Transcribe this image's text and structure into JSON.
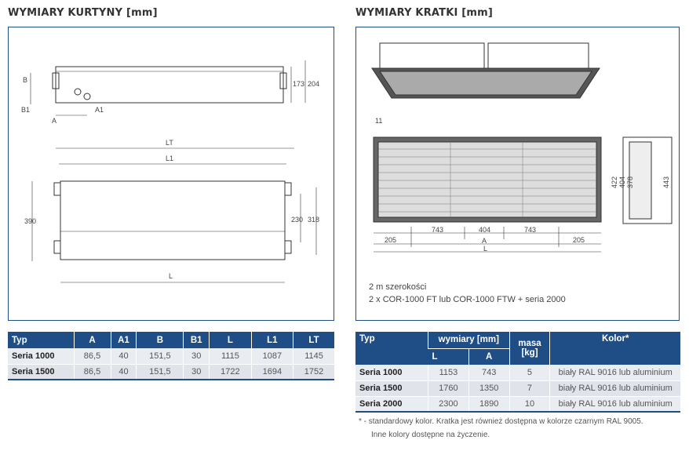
{
  "left": {
    "title": "WYMIARY KURTYNY [mm]",
    "labels": {
      "B": "B",
      "B1": "B1",
      "A": "A",
      "A1": "A1",
      "d173": "173",
      "d204": "204",
      "LT": "LT",
      "L1": "L1",
      "d390": "390",
      "d230": "230",
      "d318": "318",
      "L": "L"
    },
    "table": {
      "headers": [
        "Typ",
        "A",
        "A1",
        "B",
        "B1",
        "L",
        "L1",
        "LT"
      ],
      "rows": [
        [
          "Seria 1000",
          "86,5",
          "40",
          "151,5",
          "30",
          "1115",
          "1087",
          "1145"
        ],
        [
          "Seria 1500",
          "86,5",
          "40",
          "151,5",
          "30",
          "1722",
          "1694",
          "1752"
        ]
      ]
    }
  },
  "right": {
    "title": "WYMIARY KRATKI [mm]",
    "labels": {
      "d11": "11",
      "d422": "422",
      "d404v": "404",
      "d378": "378",
      "d443": "443",
      "d205a": "205",
      "d743a": "743",
      "d404": "404",
      "d743b": "743",
      "d205b": "205",
      "A": "A",
      "L": "L"
    },
    "note1": "2 m szerokości",
    "note2": "2 x COR-1000 FT lub COR-1000 FTW + seria 2000",
    "table": {
      "h_typ": "Typ",
      "h_dims": "wymiary [mm]",
      "h_L": "L",
      "h_A": "A",
      "h_mass": "masa [kg]",
      "h_color": "Kolor*",
      "rows": [
        [
          "Seria 1000",
          "1153",
          "743",
          "5",
          "biały RAL 9016 lub aluminium"
        ],
        [
          "Seria 1500",
          "1760",
          "1350",
          "7",
          "biały RAL 9016 lub aluminium"
        ],
        [
          "Seria 2000",
          "2300",
          "1890",
          "10",
          "biały RAL 9016 lub aluminium"
        ]
      ]
    },
    "footnote1": "* - standardowy kolor. Kratka jest również dostępna w kolorze czarnym RAL 9005.",
    "footnote2": "Inne kolory dostępne na życzenie."
  },
  "colors": {
    "header": "#1f4e87",
    "row": "#e9ecf1"
  }
}
